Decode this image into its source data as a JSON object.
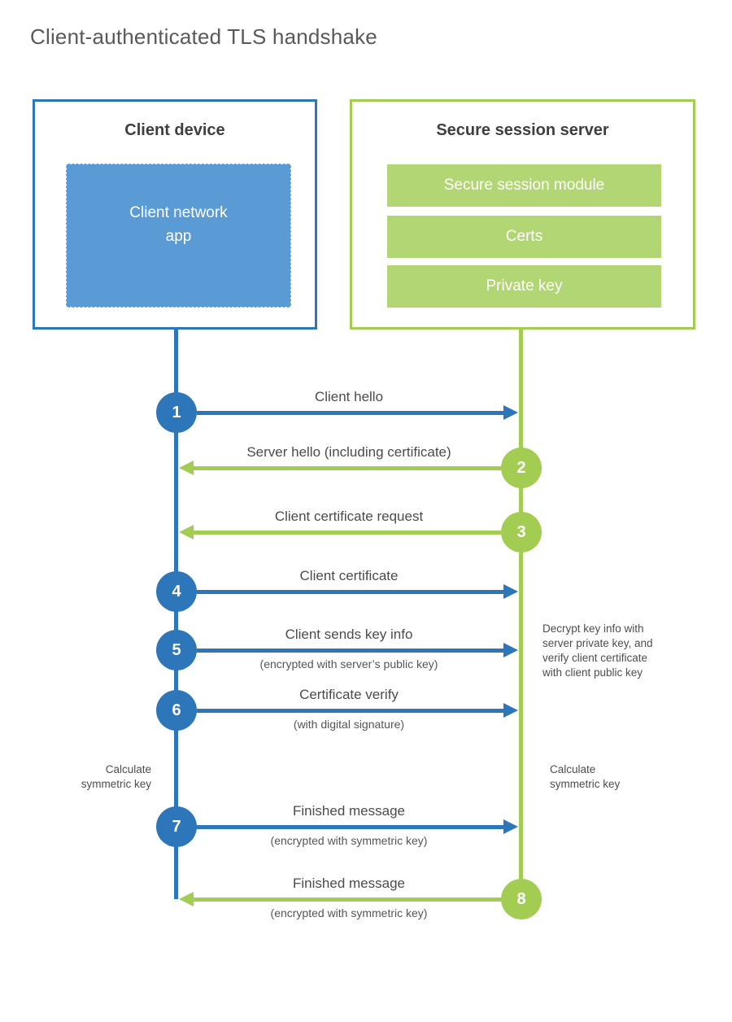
{
  "title": "Client-authenticated TLS handshake",
  "colors": {
    "blue_stroke": "#2e76ba",
    "blue_fill": "#5b9bd5",
    "green_stroke": "#a3cc52",
    "green_fill": "#b3d674",
    "title_text": "#58595b",
    "label_text": "#4b4b4b"
  },
  "client_box": {
    "title": "Client device",
    "app_lines": [
      "Client network",
      "app"
    ]
  },
  "server_box": {
    "title": "Secure session server",
    "modules": [
      "Secure session module",
      "Certs",
      "Private key"
    ]
  },
  "steps": [
    {
      "num": "1",
      "direction": "right",
      "color": "blue",
      "label": "Client hello",
      "sub": ""
    },
    {
      "num": "2",
      "direction": "left",
      "color": "green",
      "label": "Server hello (including certificate)",
      "sub": ""
    },
    {
      "num": "3",
      "direction": "left",
      "color": "green",
      "label": "Client certificate request",
      "sub": ""
    },
    {
      "num": "4",
      "direction": "right",
      "color": "blue",
      "label": "Client certificate",
      "sub": ""
    },
    {
      "num": "5",
      "direction": "right",
      "color": "blue",
      "label": "Client sends key info",
      "sub": "(encrypted with server’s public key)"
    },
    {
      "num": "6",
      "direction": "right",
      "color": "blue",
      "label": "Certificate verify",
      "sub": "(with digital signature)"
    },
    {
      "num": "7",
      "direction": "right",
      "color": "blue",
      "label": "Finished message",
      "sub": "(encrypted with symmetric key)"
    },
    {
      "num": "8",
      "direction": "left",
      "color": "green",
      "label": "Finished message",
      "sub": "(encrypted with symmetric key)"
    }
  ],
  "annotations": {
    "decrypt_note_lines": [
      "Decrypt key info with",
      "server private key, and",
      "verify client certificate",
      "with client public key"
    ],
    "calc_left_lines": [
      "Calculate",
      "symmetric key"
    ],
    "calc_right_lines": [
      "Calculate",
      "symmetric key"
    ]
  }
}
